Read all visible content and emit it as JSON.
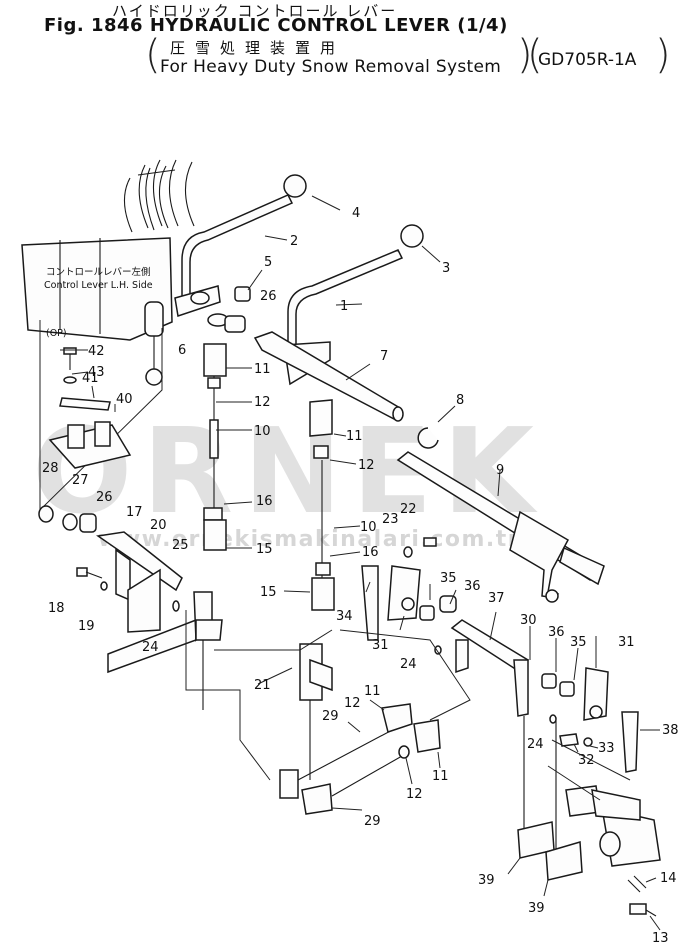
{
  "header": {
    "jp_title": "ハイドロリック コントロール レバー",
    "fig_title": "Fig. 1846 HYDRAULIC CONTROL LEVER (1/4)",
    "jp_subtitle": "圧雪処理装置用",
    "en_subtitle": "For Heavy Duty Snow Removal System",
    "model": "GD705R-1A"
  },
  "annotations": {
    "jp_side": "コントロールレバー左側",
    "en_side": "Control Lever L.H. Side",
    "option": "(OP)"
  },
  "watermark": {
    "brand": "ORNEK",
    "site": "www.ornekismakinalari.com.tr"
  },
  "part_numbers": {
    "p1": "1",
    "p2": "2",
    "p3": "3",
    "p4": "4",
    "p5": "5",
    "p6": "6",
    "p7": "7",
    "p8": "8",
    "p9": "9",
    "p10a": "10",
    "p10b": "10",
    "p11a": "11",
    "p11b": "11",
    "p11c": "11",
    "p11d": "11",
    "p12a": "12",
    "p12b": "12",
    "p12c": "12",
    "p12d": "12",
    "p13": "13",
    "p14": "14",
    "p15a": "15",
    "p15b": "15",
    "p16a": "16",
    "p16b": "16",
    "p17": "17",
    "p18": "18",
    "p19": "19",
    "p20": "20",
    "p21": "21",
    "p22": "22",
    "p23": "23",
    "p24a": "24",
    "p24b": "24",
    "p24c": "24",
    "p25": "25",
    "p26a": "26",
    "p26b": "26",
    "p27": "27",
    "p28": "28",
    "p29a": "29",
    "p29b": "29",
    "p30": "30",
    "p31a": "31",
    "p31b": "31",
    "p32": "32",
    "p33": "33",
    "p34": "34",
    "p35a": "35",
    "p35b": "35",
    "p36a": "36",
    "p36b": "36",
    "p37": "37",
    "p38": "38",
    "p39a": "39",
    "p39b": "39",
    "p40": "40",
    "p41": "41",
    "p42": "42",
    "p43": "43"
  },
  "colors": {
    "ink": "#1a1a1a",
    "watermark": "#c9c9c9"
  }
}
